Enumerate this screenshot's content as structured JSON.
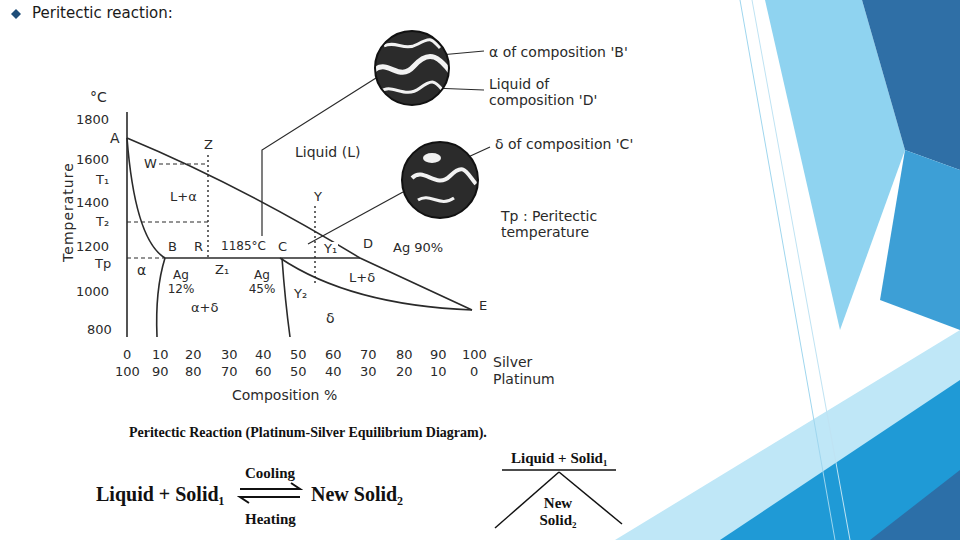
{
  "diagram": {
    "title": "Peritectic reaction:",
    "caption": "Peritectic Reaction (Platinum-Silver Equilibrium Diagram).",
    "labels": [
      "°C",
      "1800",
      "A",
      "1600",
      "W",
      "T₁",
      "1400",
      "T₂",
      "1200",
      "Tp",
      "1000",
      "800",
      "Temperature",
      "Z",
      "L+α",
      "Y",
      "Liquid (L)",
      "B",
      "R",
      "1185°C",
      "C",
      "Y₁",
      "D",
      "Ag 90%",
      "α",
      "Ag 12%",
      "Z₁",
      "Ag 45%",
      "L+δ",
      "Y₂",
      "δ",
      "α+δ",
      "E",
      "0",
      "10",
      "20",
      "30",
      "40",
      "50",
      "60",
      "70",
      "80",
      "90",
      "100",
      "Silver",
      "100",
      "90",
      "80",
      "70",
      "60",
      "50",
      "40",
      "30",
      "20",
      "10",
      "0",
      "Platinum",
      "Composition %",
      "α of composition 'B'",
      "Liquid of composition 'D'",
      "δ of composition 'C'",
      "Tp : Peritectic temperature",
      "Cooling",
      "Heating",
      "Liquid + Solid₁",
      "New Solid₂",
      "Liquid + Solid₁",
      "New Solid₂"
    ]
  }
}
